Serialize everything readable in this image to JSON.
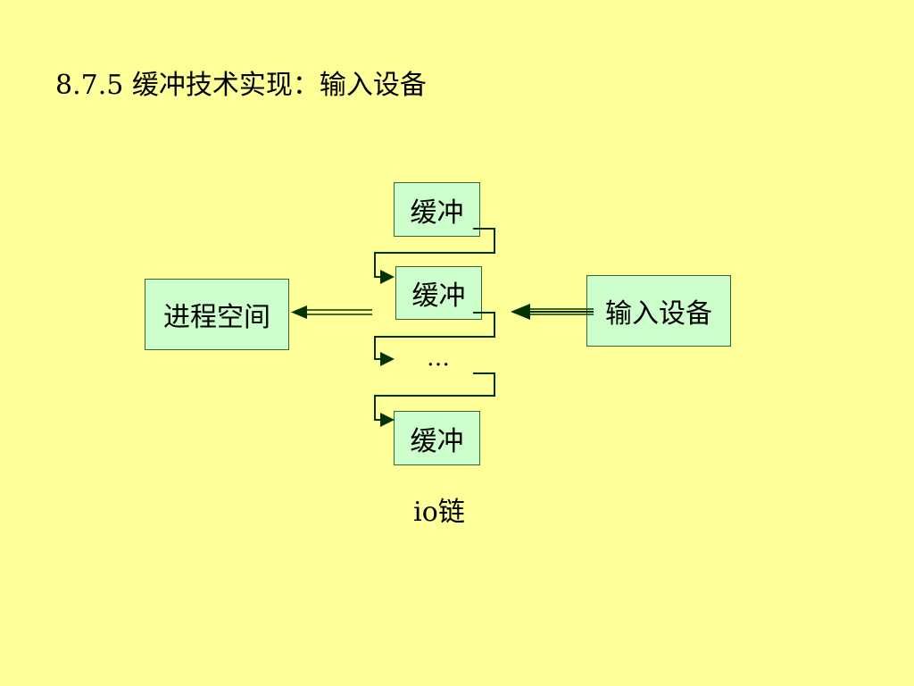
{
  "title": "8.7.5  缓冲技术实现：输入设备",
  "diagram": {
    "process_space": "进程空间",
    "input_device": "输入设备",
    "buffers": [
      "缓冲",
      "缓冲",
      "缓冲"
    ],
    "ellipsis": "…",
    "chain_label": "io链"
  },
  "colors": {
    "background": "#ffff99",
    "box_fill": "#ccffcc",
    "box_border": "#336633",
    "arrow": "#003300"
  }
}
